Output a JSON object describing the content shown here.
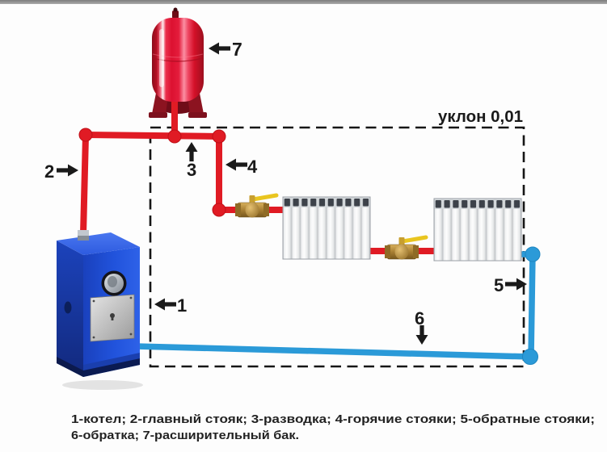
{
  "diagram": {
    "slope_label": "уклон 0,01",
    "callouts": [
      {
        "label": "1"
      },
      {
        "label": "2"
      },
      {
        "label": "3"
      },
      {
        "label": "4"
      },
      {
        "label": "5"
      },
      {
        "label": "6"
      },
      {
        "label": "7"
      }
    ],
    "caption": {
      "line1": "1-котел; 2-главный стояк; 3-разводка; 4-горячие стояки; 5-обратные стояки;",
      "line2": "6-обратка; 7-расширительный бак."
    },
    "colors": {
      "supply_pipe": "#e01b24",
      "return_pipe": "#2b9ad8",
      "outline_dash": "#161616",
      "boiler_blue": "#1e4fd4",
      "tank_red": "#dc1130",
      "valve_brass": "#a87f33",
      "valve_handle": "#e9c51f"
    }
  }
}
